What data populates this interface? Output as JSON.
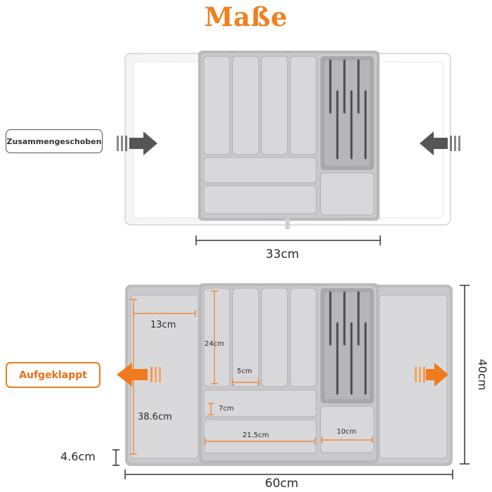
{
  "title": "Maße",
  "top": {
    "state_label": "Zusammengeschoben",
    "width_label": "33cm"
  },
  "bottom": {
    "state_label": "Aufgeklappt",
    "width_label": "60cm",
    "depth_label": "40cm",
    "height_label": "4.6cm",
    "wing_width_label": "13cm",
    "wing_length_label": "38.6cm",
    "slot_length_label": "24cm",
    "slot_width_label": "5cm",
    "small_slot_label": "7cm",
    "long_slot_label": "21.5cm",
    "knife_block_label": "10cm"
  },
  "colors": {
    "accent": "#f07a1e",
    "tray": "#c8c8ca",
    "arrow_dark": "#555555"
  }
}
